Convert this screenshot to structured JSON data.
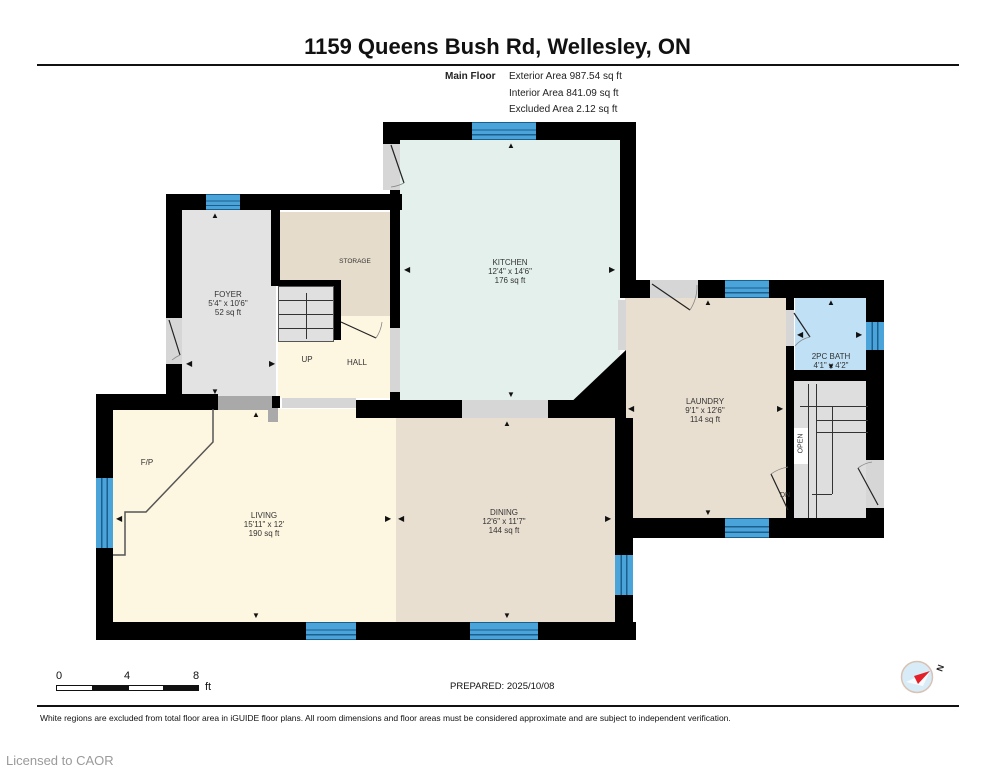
{
  "header": {
    "title": "1159 Queens Bush Rd, Wellesley, ON"
  },
  "floor_summary": {
    "floor_name": "Main Floor",
    "exterior_area": "Exterior Area 987.54 sq ft",
    "interior_area": "Interior Area 841.09 sq ft",
    "excluded_area": "Excluded Area 2.12 sq ft"
  },
  "rooms": [
    {
      "name": "FOYER",
      "dims": "5'4\" x 10'6\"",
      "area": "52 sq ft",
      "color": "#e3e3e3"
    },
    {
      "name": "STORAGE",
      "dims": "",
      "area": "",
      "color": "#e6dccb"
    },
    {
      "name": "HALL",
      "dims": "",
      "area": "",
      "color": "#fdf6e0"
    },
    {
      "name": "KITCHEN",
      "dims": "12'4\" x 14'6\"",
      "area": "176 sq ft",
      "color": "#e3f0eb"
    },
    {
      "name": "LAUNDRY",
      "dims": "9'1\" x 12'6\"",
      "area": "114 sq ft",
      "color": "#e9dfd0"
    },
    {
      "name": "2PC BATH",
      "dims": "4'1\" x 4'2\"",
      "area": "",
      "color": "#bfe0f5"
    },
    {
      "name": "LIVING",
      "dims": "15'11\" x 12'",
      "area": "190 sq ft",
      "color": "#fdf6e0"
    },
    {
      "name": "DINING",
      "dims": "12'6\" x 11'7\"",
      "area": "144 sq ft",
      "color": "#e9dfd0"
    }
  ],
  "annotations": {
    "up": "UP",
    "fireplace": "F/P",
    "open": "OPEN",
    "down": "DN"
  },
  "scale_bar": {
    "ticks": [
      "0",
      "4",
      "8"
    ],
    "unit": "ft"
  },
  "prepared": "PREPARED: 2025/10/08",
  "compass": {
    "label": "N"
  },
  "footer": {
    "disclaimer": "White regions are excluded from total floor area in iGUIDE floor plans. All room dimensions and floor areas must be considered approximate and are subject to independent verification.",
    "license": "Licensed to CAOR"
  },
  "colors": {
    "wall": "#000000",
    "window": "#4aa3d9",
    "opening": "#d6d6d6"
  }
}
